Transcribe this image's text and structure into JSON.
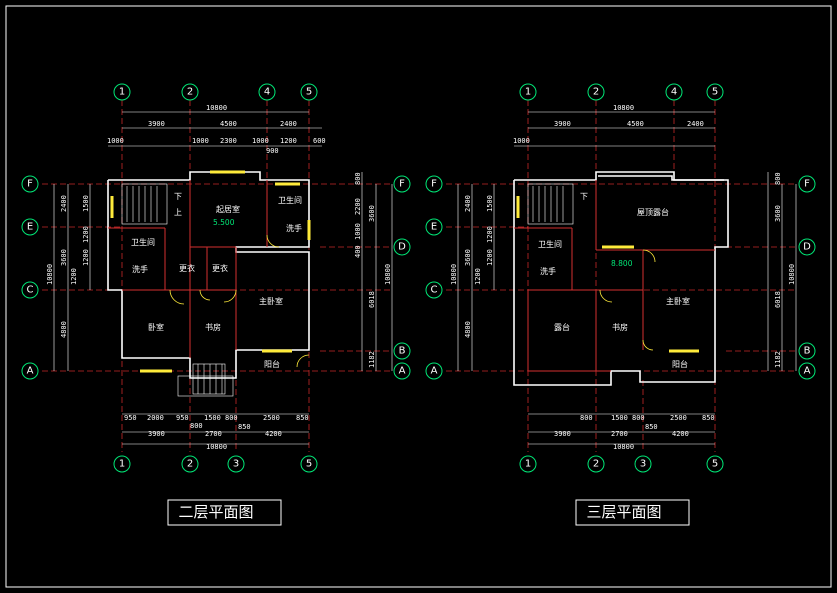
{
  "plans": [
    {
      "title": "二层平面图",
      "axes_top": [
        "1",
        "2",
        "4",
        "5"
      ],
      "axes_bottom": [
        "1",
        "2",
        "3",
        "5"
      ],
      "axes_left": [
        "F",
        "E",
        "C",
        "A"
      ],
      "axes_right": [
        "F",
        "D",
        "B",
        "A"
      ],
      "dims_top_total": "10800",
      "dims_top_row2": [
        "3900",
        "4500",
        "2400"
      ],
      "dims_top_row3": [
        "1000",
        "1000",
        "2300",
        "1000",
        "1200",
        "600"
      ],
      "dims_top_extra": "900",
      "dims_bottom_row1": [
        "950",
        "2000",
        "950",
        "1500",
        "800",
        "2500",
        "850"
      ],
      "dims_bottom_row1b": [
        "800",
        "850"
      ],
      "dims_bottom_row2": [
        "3900",
        "2700",
        "4200"
      ],
      "dims_bottom_total": "10800",
      "dims_left_outer": [
        "2400",
        "3600",
        "4800"
      ],
      "dims_left_outer_total": "10800",
      "dims_left_inner": [
        "1500",
        "1200",
        "1200",
        "1200"
      ],
      "dims_right_inner": [
        "800",
        "2200",
        "1000",
        "400",
        "6018",
        "1182"
      ],
      "dims_right_outer": [
        "3600",
        "10800"
      ],
      "rooms": [
        "起居室",
        "卫生间",
        "卫生间",
        "洗手",
        "洗手",
        "更衣",
        "更衣",
        "卧室",
        "书房",
        "主卧室",
        "阳台"
      ],
      "stair_down": "下",
      "stair_up": "上",
      "level": "5.500"
    },
    {
      "title": "三层平面图",
      "axes_top": [
        "1",
        "2",
        "4",
        "5"
      ],
      "axes_bottom": [
        "1",
        "2",
        "3",
        "5"
      ],
      "axes_left": [
        "F",
        "E",
        "C",
        "A"
      ],
      "axes_right": [
        "F",
        "D",
        "B",
        "A"
      ],
      "dims_top_total": "10800",
      "dims_top_row2": [
        "3900",
        "4500",
        "2400"
      ],
      "dims_top_row3": [
        "1000"
      ],
      "dims_bottom_row1": [
        "800",
        "1500",
        "800",
        "2500",
        "850"
      ],
      "dims_bottom_row1b": [
        "850"
      ],
      "dims_bottom_row2": [
        "3900",
        "2700",
        "4200"
      ],
      "dims_bottom_total": "10800",
      "dims_left_outer": [
        "2400",
        "3600",
        "4800"
      ],
      "dims_left_outer_total": "10800",
      "dims_left_inner": [
        "1500",
        "1200",
        "1200",
        "1200"
      ],
      "dims_right_inner": [
        "800",
        "6018",
        "1182"
      ],
      "dims_right_outer": [
        "3600",
        "10800"
      ],
      "rooms": [
        "屋顶露台",
        "卫生间",
        "洗手",
        "露台",
        "书房",
        "主卧室",
        "阳台"
      ],
      "stair_down": "下",
      "level": "8.800"
    }
  ]
}
